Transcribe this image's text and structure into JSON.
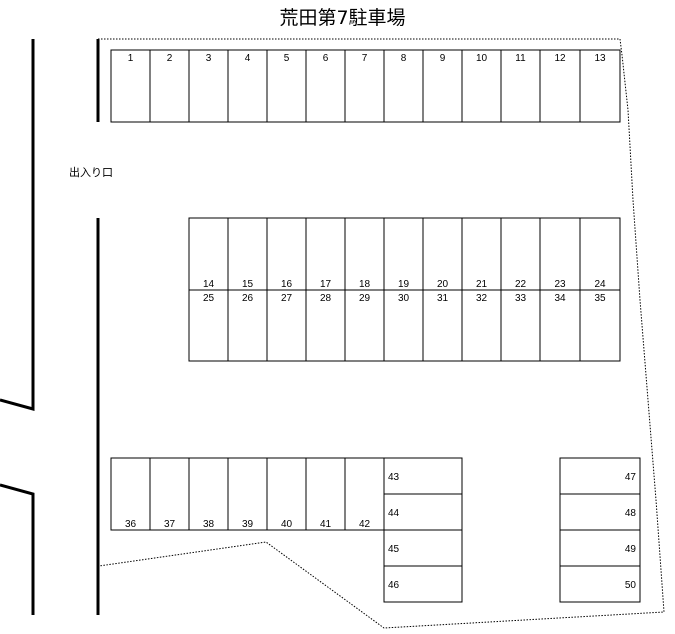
{
  "title": "荒田第7駐車場",
  "entrance_label": "出入り口",
  "colors": {
    "line": "#000000",
    "background": "#ffffff"
  },
  "rows": {
    "top_row": {
      "spaces": [
        "1",
        "2",
        "3",
        "4",
        "5",
        "6",
        "7",
        "8",
        "9",
        "10",
        "11",
        "12",
        "13"
      ],
      "label_position": "top"
    },
    "middle_upper": {
      "spaces": [
        "14",
        "15",
        "16",
        "17",
        "18",
        "19",
        "20",
        "21",
        "22",
        "23",
        "24"
      ],
      "label_position": "bottom"
    },
    "middle_lower": {
      "spaces": [
        "25",
        "26",
        "27",
        "28",
        "29",
        "30",
        "31",
        "32",
        "33",
        "34",
        "35"
      ],
      "label_position": "top"
    },
    "bottom_row": {
      "spaces": [
        "36",
        "37",
        "38",
        "39",
        "40",
        "41",
        "42"
      ],
      "label_position": "bottom"
    },
    "stack_left": {
      "spaces": [
        "43",
        "44",
        "45",
        "46"
      ],
      "label_position": "left"
    },
    "stack_right": {
      "spaces": [
        "47",
        "48",
        "49",
        "50"
      ],
      "label_position": "right"
    }
  }
}
